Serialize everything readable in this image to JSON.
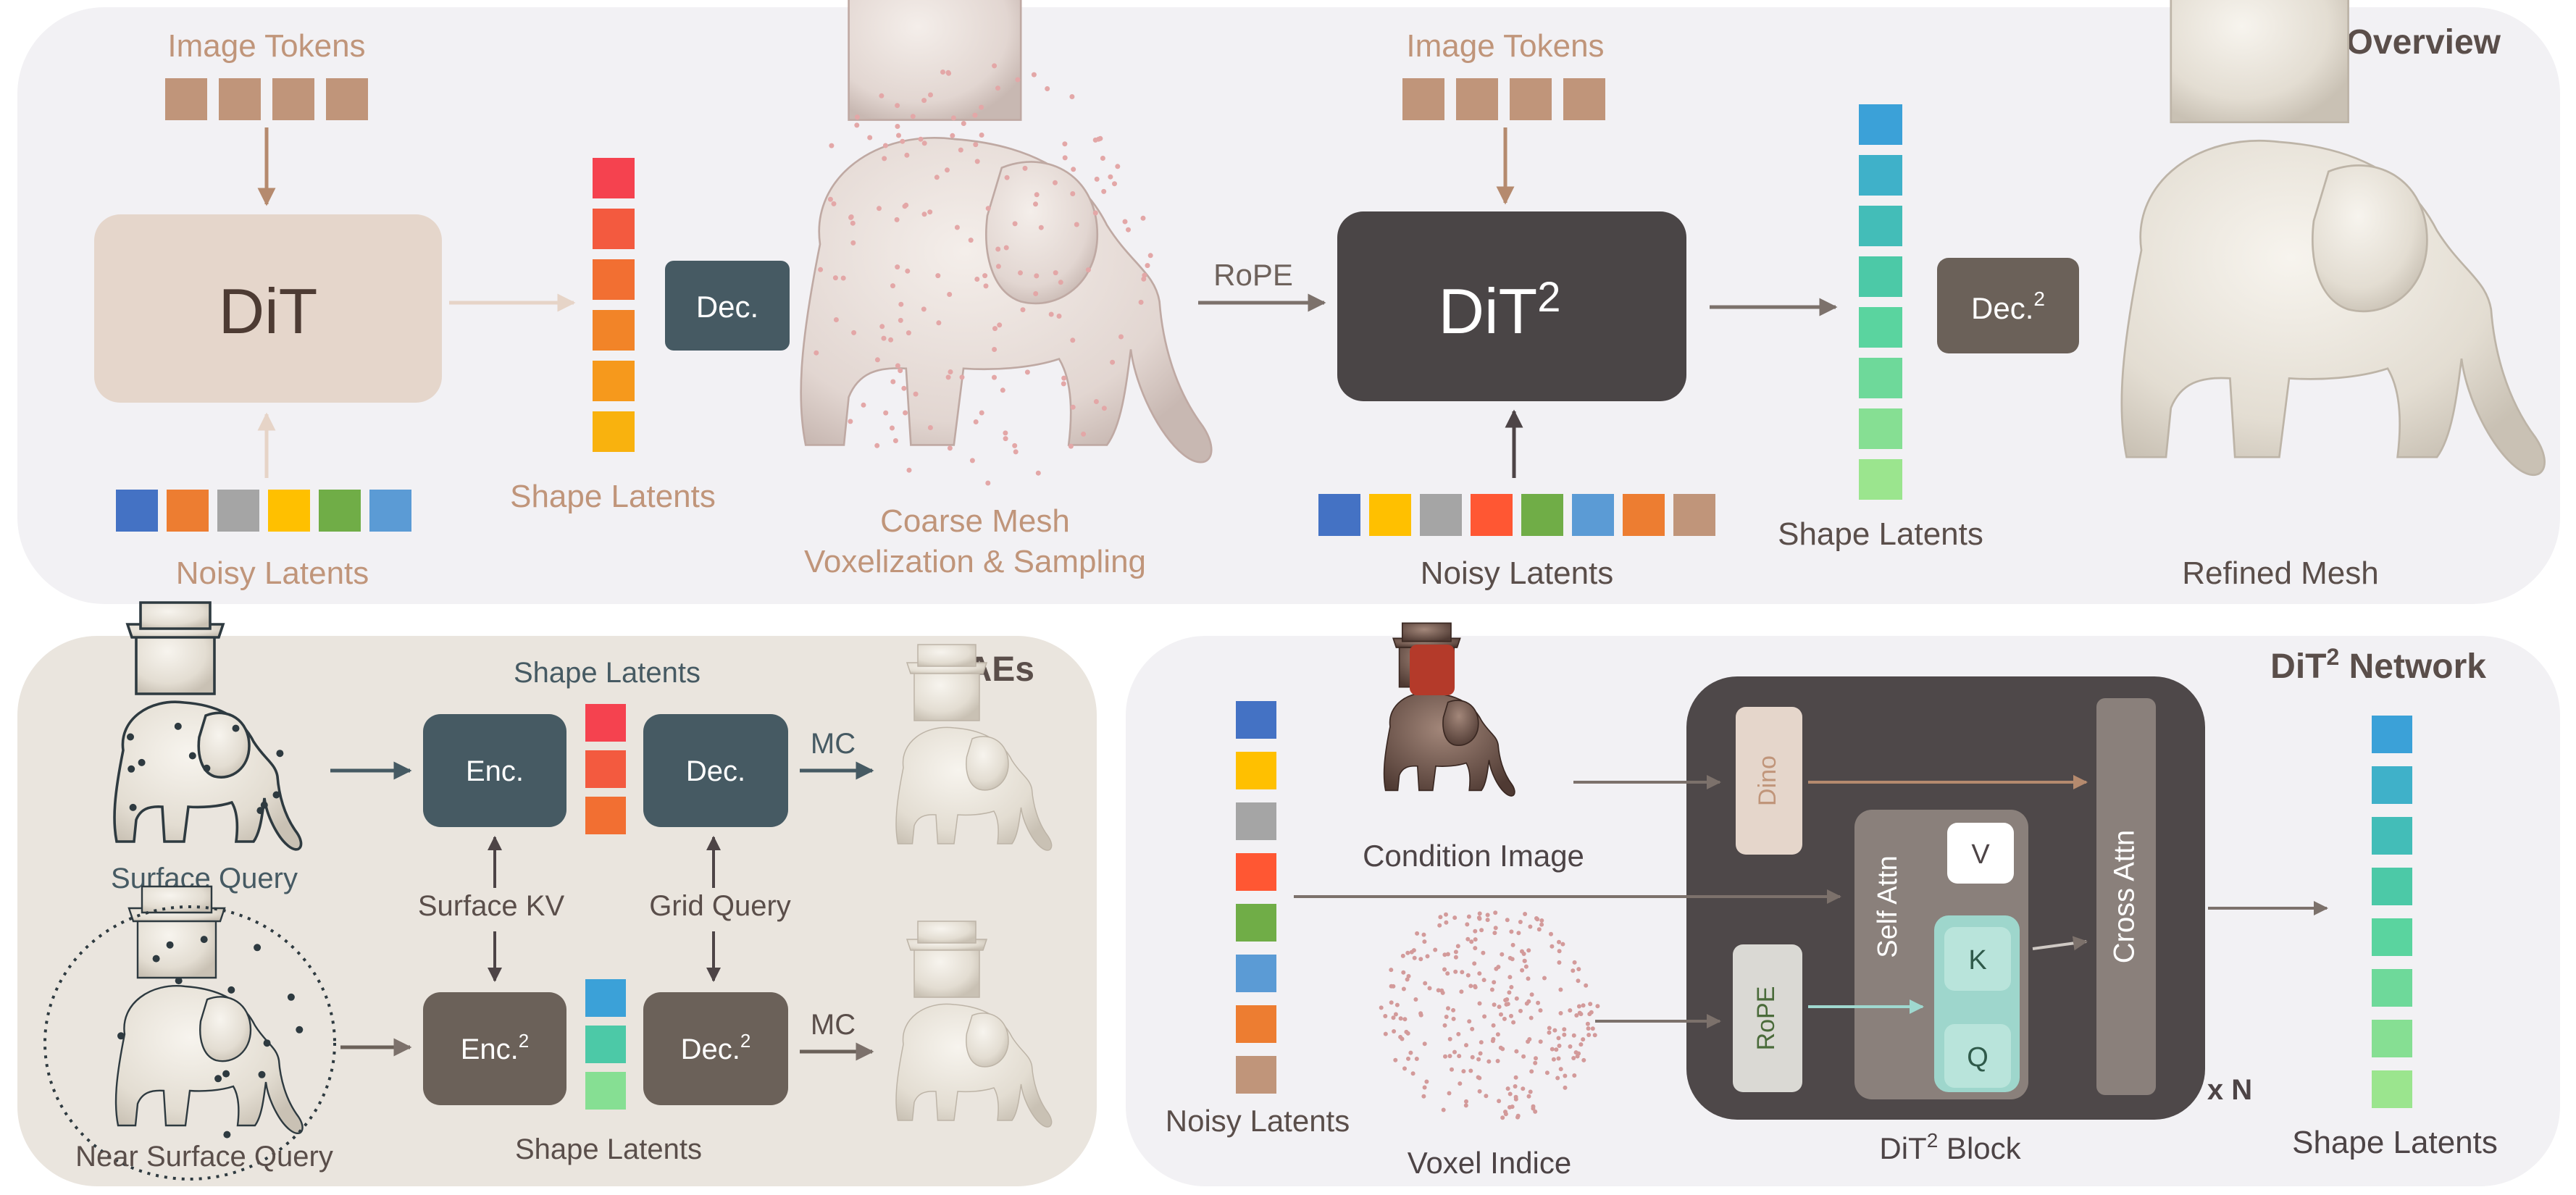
{
  "pipeline": {
    "title": "Pipeline Overview",
    "stage1": {
      "image_tokens_label": "Image Tokens",
      "dit_label": "DiT",
      "noisy_latents_label": "Noisy Latents",
      "shape_latents_label": "Shape Latents",
      "decoder_label": "Dec.",
      "coarse_mesh_label_line1": "Coarse Mesh",
      "coarse_mesh_label_line2": "Voxelization & Sampling"
    },
    "stage2": {
      "rope_label": "RoPE",
      "image_tokens_label": "Image Tokens",
      "dit2_label": "DiT",
      "dit2_sup": "2",
      "noisy_latents_label": "Noisy Latents",
      "shape_latents_label": "Shape Latents",
      "decoder2_label": "Dec.",
      "decoder2_sup": "2",
      "refined_mesh_label": "Refined Mesh"
    }
  },
  "vaes": {
    "title": "VAEs",
    "shape_latents_top": "Shape Latents",
    "shape_latents_bottom": "Shape Latents",
    "enc_label": "Enc.",
    "dec_label": "Dec.",
    "enc2_label": "Enc.",
    "enc2_sup": "2",
    "dec2_label": "Dec.",
    "dec2_sup": "2",
    "mc_top": "MC",
    "mc_bottom": "MC",
    "surface_query": "Surface Query",
    "near_surface_query": "Near Surface Query",
    "surface_kv": "Surface KV",
    "grid_query": "Grid Query"
  },
  "network": {
    "title_prefix": "DiT",
    "title_sup": "2",
    "title_suffix": " Network",
    "noisy_latents_label": "Noisy Latents",
    "condition_image_label": "Condition Image",
    "voxel_indice_label": "Voxel Indice",
    "dino_label": "Dino",
    "rope_label": "RoPE",
    "self_attn_label": "Self Attn",
    "cross_attn_label": "Cross Attn",
    "v_label": "V",
    "k_label": "K",
    "q_label": "Q",
    "block_label_prefix": "DiT",
    "block_label_sup": "2",
    "block_label_suffix": " Block",
    "repeat_label": "x N",
    "shape_latents_label": "Shape Latents"
  },
  "colors": {
    "token_brown": "#C0957A",
    "panel_gray": "#F2F1F4",
    "panel_beige": "#EAE5DE",
    "dark_block": "#4A4546",
    "encoder_slate": "#465A63",
    "decoder_brown": "#6B6159"
  },
  "noisy_latents_colors_stage1": [
    "#4472C4",
    "#ED7D31",
    "#A5A5A5",
    "#FFC000",
    "#70AD47",
    "#5B9BD5"
  ],
  "noisy_latents_colors_stage2": [
    "#4472C4",
    "#FFC000",
    "#A5A5A5",
    "#FF5733",
    "#70AD47",
    "#5B9BD5",
    "#ED7D31",
    "#C0957A"
  ],
  "shape_latents_colors_warm": [
    "#F5424F",
    "#F35A3F",
    "#F26F32",
    "#F28428",
    "#F6991C",
    "#F9B20E"
  ],
  "shape_latents_colors_cool": [
    "#3BA1D8",
    "#3FB1C9",
    "#43BDB8",
    "#4CC9A7",
    "#5AD49F",
    "#6ED99A",
    "#86DF93",
    "#9BE58E"
  ],
  "network_noisy_colors": [
    "#4472C4",
    "#FFC000",
    "#A5A5A5",
    "#FF5733",
    "#70AD47",
    "#5B9BD5",
    "#ED7D31",
    "#C0957A"
  ],
  "network_output_colors": [
    "#3BA1D8",
    "#3FB1C9",
    "#43BDB8",
    "#4CC9A7",
    "#5AD49F",
    "#6ED99A",
    "#86DF93",
    "#9BE58E"
  ]
}
